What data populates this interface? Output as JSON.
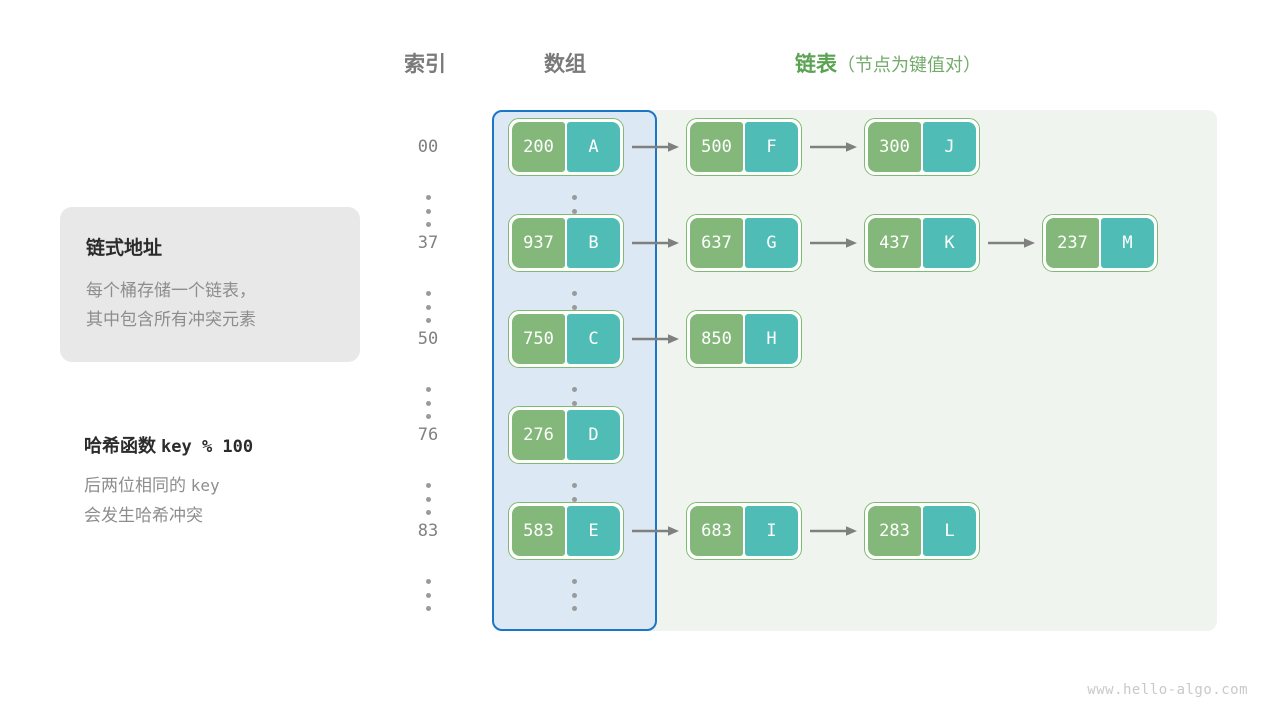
{
  "headers": {
    "index": "索引",
    "array": "数组",
    "list_main": "链表",
    "list_sub": "（节点为键值对）"
  },
  "info_card": {
    "title": "链式地址",
    "line1": "每个桶存储一个链表，",
    "line2": "其中包含所有冲突元素"
  },
  "hash_note": {
    "title_cn": "哈希函数",
    "title_code": "key % 100",
    "line1_cn": "后两位相同的",
    "line1_code": "key",
    "line2": "会发生哈希冲突"
  },
  "buckets": [
    {
      "index": "00",
      "nodes": [
        {
          "key": "200",
          "value": "A"
        },
        {
          "key": "500",
          "value": "F"
        },
        {
          "key": "300",
          "value": "J"
        }
      ]
    },
    {
      "index": "37",
      "nodes": [
        {
          "key": "937",
          "value": "B"
        },
        {
          "key": "637",
          "value": "G"
        },
        {
          "key": "437",
          "value": "K"
        },
        {
          "key": "237",
          "value": "M"
        }
      ]
    },
    {
      "index": "50",
      "nodes": [
        {
          "key": "750",
          "value": "C"
        },
        {
          "key": "850",
          "value": "H"
        }
      ]
    },
    {
      "index": "76",
      "nodes": [
        {
          "key": "276",
          "value": "D"
        }
      ]
    },
    {
      "index": "83",
      "nodes": [
        {
          "key": "583",
          "value": "E"
        },
        {
          "key": "683",
          "value": "I"
        },
        {
          "key": "283",
          "value": "L"
        }
      ]
    }
  ],
  "ellipsis_count": 6,
  "watermark": "www.hello-algo.com",
  "colors": {
    "key_box": "#83b87a",
    "value_box": "#4fbdb6",
    "node_border": "#7fba73",
    "array_panel_fill": "#dce9f5",
    "array_panel_border": "#1b76c8",
    "list_panel_fill": "#eff5ee",
    "arrow": "#808080",
    "accent_green": "#5aa352",
    "muted_text": "#8d8d8d"
  }
}
